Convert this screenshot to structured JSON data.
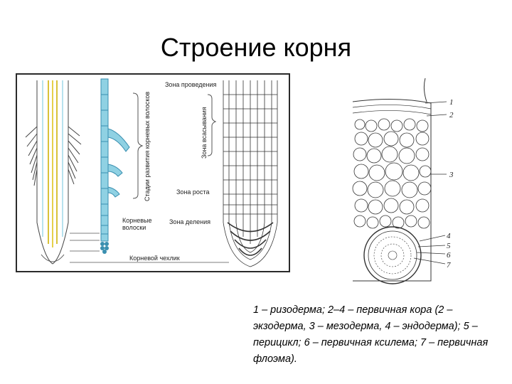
{
  "slide": {
    "title": "Строение корня",
    "caption": "1 – ризодерма; 2–4 – первичная кора (2 – экзодерма, 3 – мезодерма, 4 – эндодерма); 5 – перицикл; 6 – первичная ксилема; 7 – первичная флоэма)."
  },
  "figure_left": {
    "labels": {
      "conduction_zone": "Зона проведения",
      "root_hair_stages": "Стадии развития корневых волосков",
      "absorption_zone": "Зона всасывания",
      "growth_zone": "Зона роста",
      "division_zone": "Зона деления",
      "root_hairs_line1": "Корневые",
      "root_hairs_line2": "волоски",
      "root_cap": "Корневой чехлик"
    },
    "colors": {
      "frame": "#2a2a2a",
      "hair_cells": "#6fc6dc",
      "xylem": "#f0d23a",
      "cells": "#8fd1e3"
    }
  },
  "figure_right": {
    "labels": [
      "1",
      "2",
      "3",
      "4",
      "5",
      "6",
      "7"
    ]
  }
}
